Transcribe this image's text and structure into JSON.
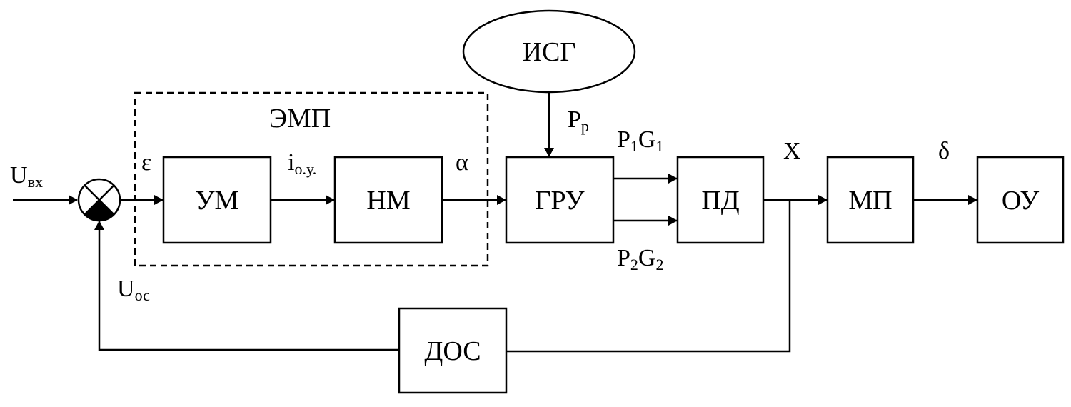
{
  "diagram": {
    "blocks": {
      "um": "УМ",
      "nm": "НМ",
      "gru": "ГРУ",
      "pd": "ПД",
      "mp": "МП",
      "ou": "ОУ",
      "dos": "ДОС",
      "isg": "ИСГ"
    },
    "group_label": "ЭМП",
    "signals": {
      "u_in": {
        "main": "U",
        "sub": "вх"
      },
      "u_fb": {
        "main": "U",
        "sub": "ос"
      },
      "epsilon": "ε",
      "i_oy": {
        "main": "i",
        "sub": "о.у."
      },
      "alpha": "α",
      "p_r": {
        "main": "P",
        "sub": "р"
      },
      "p1g1": {
        "p": "P",
        "p_sub": "1",
        "g": "G",
        "g_sub": "1"
      },
      "p2g2": {
        "p": "P",
        "p_sub": "2",
        "g": "G",
        "g_sub": "2"
      },
      "x": "X",
      "delta": "δ"
    }
  }
}
